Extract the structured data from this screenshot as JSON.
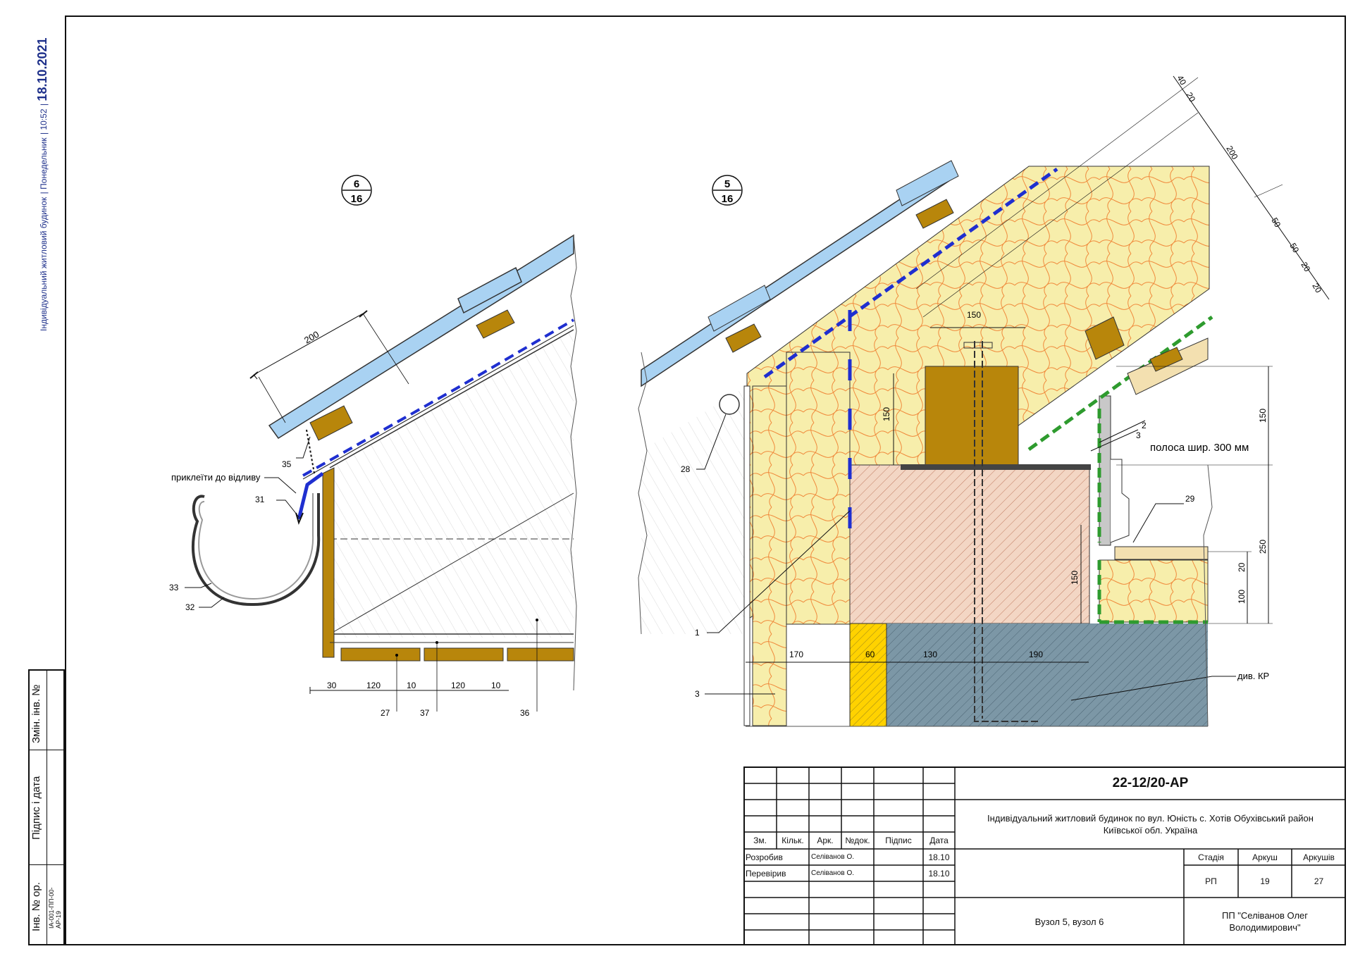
{
  "sidebar": {
    "project": "Індивідуальний житловий будинок",
    "day": "Понедельник",
    "time": "10:52",
    "date": "18.10.2021"
  },
  "left_stamp": {
    "label_change": "Змін. інв. №",
    "label_sign": "Підпис і дата",
    "label_inv": "Інв. № ор.",
    "inv_code": "ІА-001-ПП-00-АР-19"
  },
  "detail6": {
    "callout_top": "6",
    "callout_bottom": "16",
    "dim_200": "200",
    "note": "приклеїти до відливу",
    "dims_bottom": [
      "30",
      "120",
      "10",
      "120",
      "10"
    ],
    "labels": {
      "l35": "35",
      "l31": "31",
      "l33": "33",
      "l32": "32",
      "l27": "27",
      "l37": "37",
      "l36": "36"
    }
  },
  "detail5": {
    "callout_top": "5",
    "callout_bottom": "16",
    "dims_top": [
      "40",
      "20",
      "200",
      "50",
      "50",
      "20",
      "20"
    ],
    "dim_150_top": "150",
    "dim_150_left": "150",
    "dim_150_inner": "150",
    "dims_right": [
      "150",
      "250",
      "20",
      "100"
    ],
    "dims_bottom": [
      "170",
      "60",
      "130",
      "190"
    ],
    "strip_note": "полоса шир. 300 мм",
    "ref_note": "див. КР",
    "labels": {
      "l2": "2",
      "l3a": "3",
      "l28": "28",
      "l29": "29",
      "l1": "1",
      "l3b": "3"
    }
  },
  "title_block": {
    "code": "22-12/20-АР",
    "description_1": "Індивідуальний житловий будинок по вул. Юність с. Хотів Обухівський район",
    "description_2": "Київської обл. Україна",
    "headers": [
      "Зм.",
      "Кільк.",
      "Арк.",
      "№док.",
      "Підпис",
      "Дата"
    ],
    "rows": [
      {
        "role": "Розробив",
        "name": "Селіванов О.",
        "date": "18.10"
      },
      {
        "role": "Перевірив",
        "name": "Селіванов О.",
        "date": "18.10"
      }
    ],
    "stage_label": "Стадія",
    "sheet_label": "Аркуш",
    "sheets_label": "Аркушів",
    "stage": "РП",
    "sheet": "19",
    "sheets": "27",
    "sheet_name": "Вузол 5, вузол 6",
    "company": "ПП \"Селіванов Олег Володимирович\""
  },
  "colors": {
    "insulation": "#f7eeab",
    "insulation_line": "#f08a3c",
    "timber": "#b8860b",
    "roof_blue": "#a9d2f2",
    "membrane": "#1f2fd0",
    "masonry": "#f3d6c4",
    "concrete": "#7c97a6",
    "block_yellow": "#ffd200",
    "green": "#2e9b2e"
  }
}
